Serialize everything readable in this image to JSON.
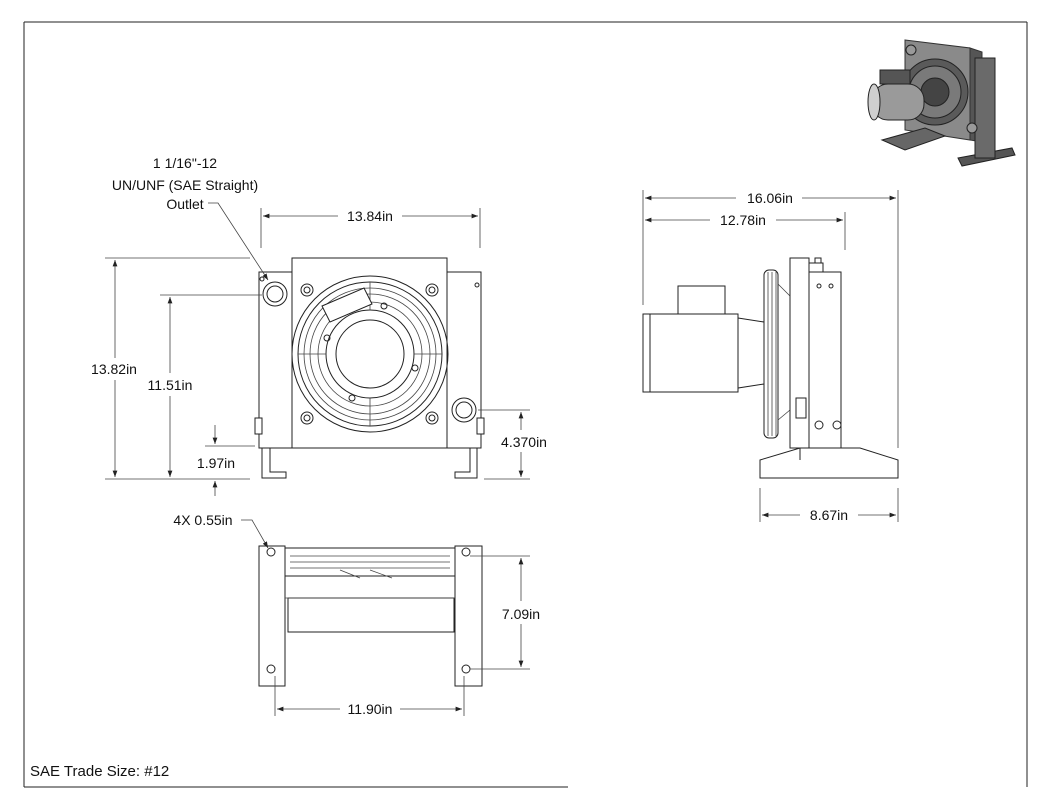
{
  "callout": {
    "line1": "1 1/16\"-12",
    "line2": "UN/UNF (SAE Straight)",
    "line3": "Outlet"
  },
  "front_view": {
    "width": "13.84in",
    "height_total": "13.82in",
    "height_port": "11.51in",
    "base_offset": "1.97in",
    "port_height": "4.370in"
  },
  "bottom_view": {
    "holes": "4X 0.55in",
    "depth": "7.09in",
    "width": "11.90in"
  },
  "side_view": {
    "overall_length": "16.06in",
    "motor_length": "12.78in",
    "base_length": "8.67in"
  },
  "title_block": {
    "trade_size": "SAE Trade Size: #12"
  },
  "colors": {
    "line": "#222222",
    "iso_body": "#6f6f6f",
    "iso_dark": "#3a3a3a",
    "iso_light": "#b8b8b8"
  }
}
